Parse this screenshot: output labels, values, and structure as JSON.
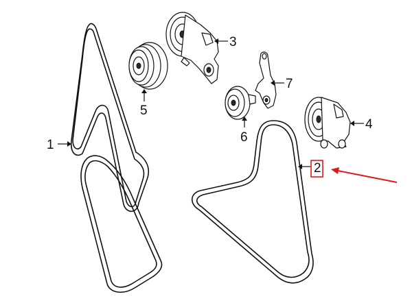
{
  "callouts": {
    "belt_long": "1",
    "belt_short": "2",
    "tensioner_upper": "3",
    "tensioner_right": "4",
    "pulley_grooved": "5",
    "idler_pulley": "6",
    "bracket": "7"
  },
  "highlight": {
    "target": "2",
    "color": "#e01818"
  }
}
